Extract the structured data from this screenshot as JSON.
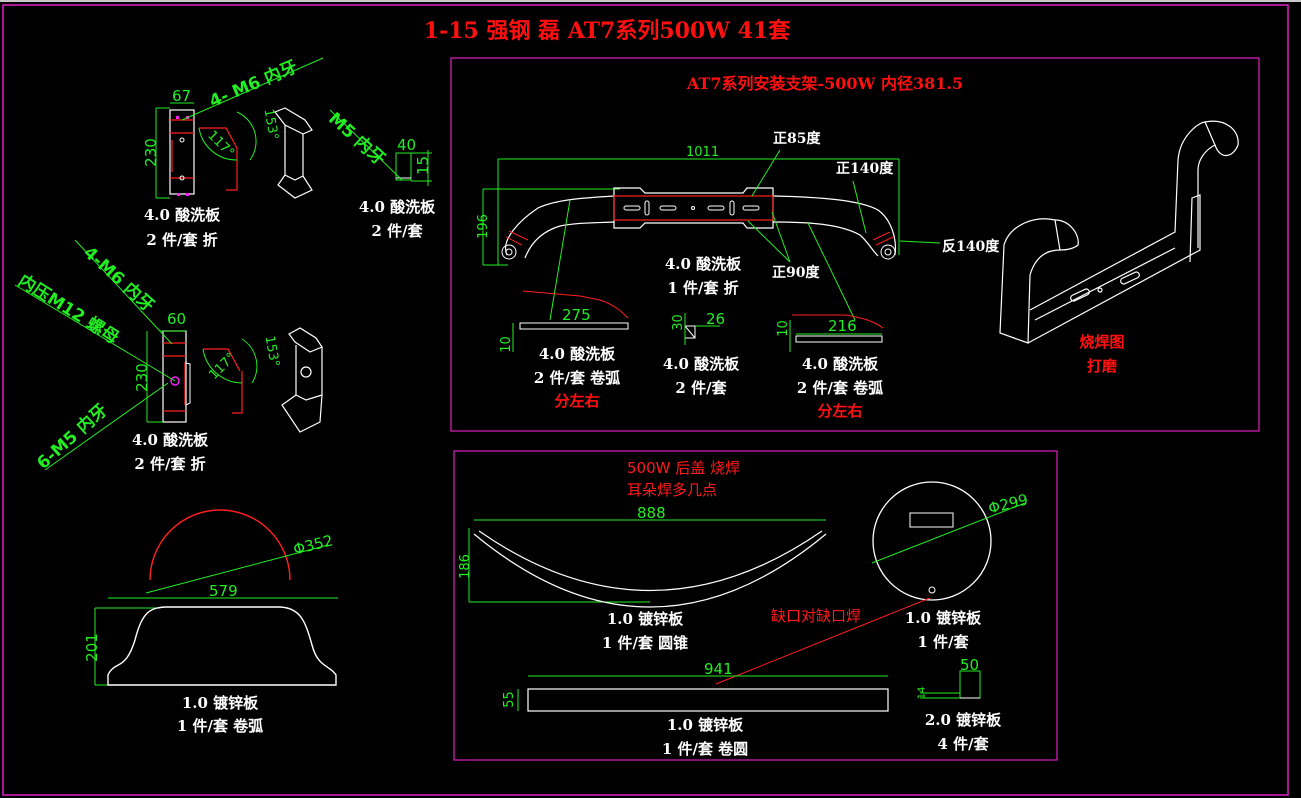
{
  "sheet": {
    "title": "1-15 强钢 磊 AT7系列500W  41套",
    "colors": {
      "background": "#000000",
      "frame": "#e020c0",
      "title_red": "#ff1010",
      "dimension_green": "#22ee22",
      "outline_white": "#ffffff"
    }
  },
  "left_parts": {
    "part1": {
      "width_dim": "67",
      "height_dim": "230",
      "callout_holes": "4- M6 内牙",
      "angle_a": "117°",
      "angle_b": "153°",
      "material": "4.0 酸洗板",
      "qty": "2 件/套 折"
    },
    "part1b": {
      "callout": "M5 内牙",
      "width_dim": "40",
      "height_dim": "15",
      "material": "4.0 酸洗板",
      "qty": "2 件/套"
    },
    "part2": {
      "width_dim": "60",
      "height_dim": "230",
      "callout_holes": "4-M6 内牙",
      "callout_nut": "内压M12 螺母",
      "callout_m5": "6-M5 内牙",
      "angle_a": "117°",
      "angle_b": "153°",
      "material": "4.0 酸洗板",
      "qty": "2 件/套 折"
    },
    "part3": {
      "diameter": "Φ352",
      "width_dim": "579",
      "height_dim": "201",
      "material": "1.0 镀锌板",
      "qty": "1 件/套 卷弧"
    }
  },
  "bracket_panel": {
    "title": "AT7系列安装支架-500W   内径381.5",
    "main": {
      "width_dim": "1011",
      "height_dim": "196",
      "bend_pos85": "正85度",
      "bend_pos140": "正140度",
      "bend_neg140": "反140度",
      "bend_pos90": "正90度",
      "material": "4.0 酸洗板",
      "qty": "1 件/套 折"
    },
    "strip_left": {
      "length_dim": "275",
      "thick_dim": "10",
      "material": "4.0 酸洗板",
      "qty": "2 件/套 卷弧",
      "note": "分左右"
    },
    "gusset": {
      "h_dim": "30",
      "w_dim": "26",
      "material": "4.0 酸洗板",
      "qty": "2 件/套"
    },
    "strip_right": {
      "length_dim": "216",
      "thick_dim": "10",
      "material": "4.0 酸洗板",
      "qty": "2 件/套 卷弧",
      "note": "分左右"
    },
    "iso_note_1": "烧焊图",
    "iso_note_2": "打磨"
  },
  "cover_panel": {
    "note_1": "500W 后盖   烧焊",
    "note_2": "耳朵焊多几点",
    "arc": {
      "width_dim": "888",
      "height_dim": "186",
      "material": "1.0 镀锌板",
      "qty": "1 件/套 圆锥"
    },
    "disc": {
      "diameter": "Φ299",
      "material": "1.0 镀锌板",
      "qty": "1 件/套"
    },
    "gap_note": "缺口对缺口焊",
    "band": {
      "length_dim": "941",
      "height_dim": "55",
      "material": "1.0 镀锌板",
      "qty": "1 件/套 卷圆"
    },
    "clip": {
      "width_dim": "50",
      "height_dim": "14",
      "material": "2.0 镀锌板",
      "qty": "4 件/套"
    }
  }
}
